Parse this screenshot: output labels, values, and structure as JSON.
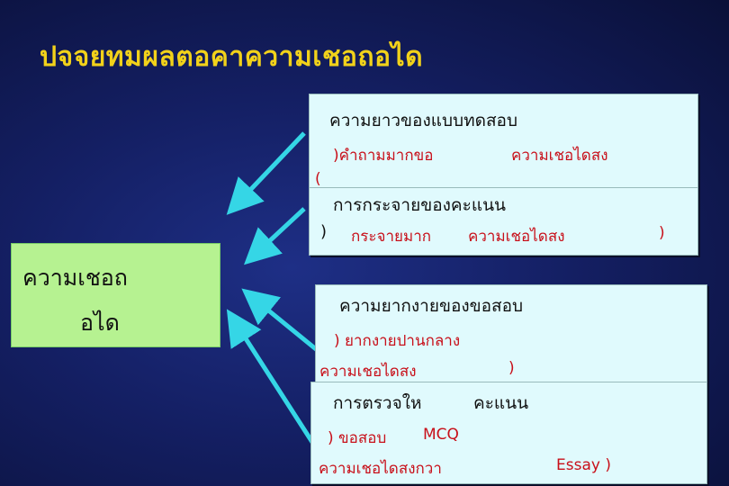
{
  "title": "ปจจยทมผลตอคาความเชอถอได",
  "center": {
    "line1": "ความเชอถ",
    "line2": "อได"
  },
  "factors": [
    {
      "heading": "ความยาวของแบบทดสอบ",
      "line1_a": ")คำถามมากขอ",
      "line1_b": "ความเชอไดสง",
      "line2": "("
    },
    {
      "heading": "การกระจายของคะแนน",
      "line1_a": ")",
      "line1_b": "กระจายมาก",
      "line1_c": "ความเชอไดสง",
      "line1_d": ")"
    },
    {
      "heading": "ความยากงายของขอสอบ",
      "line1": ") ยากงายปานกลาง",
      "line2_a": "ความเชอไดสง",
      "line2_b": ")"
    },
    {
      "heading": "การตรวจให",
      "heading_b": "คะแนน",
      "line1_a": ") ขอสอบ",
      "line1_b": "MCQ",
      "line2_a": "ความเชอไดสงกวา",
      "line2_b": "Essay )"
    }
  ],
  "colors": {
    "title": "#f2d21a",
    "box": "#e0fafd",
    "center_box": "#b6f291",
    "arrow": "#35d6e6",
    "emphasis": "#c8101a"
  }
}
